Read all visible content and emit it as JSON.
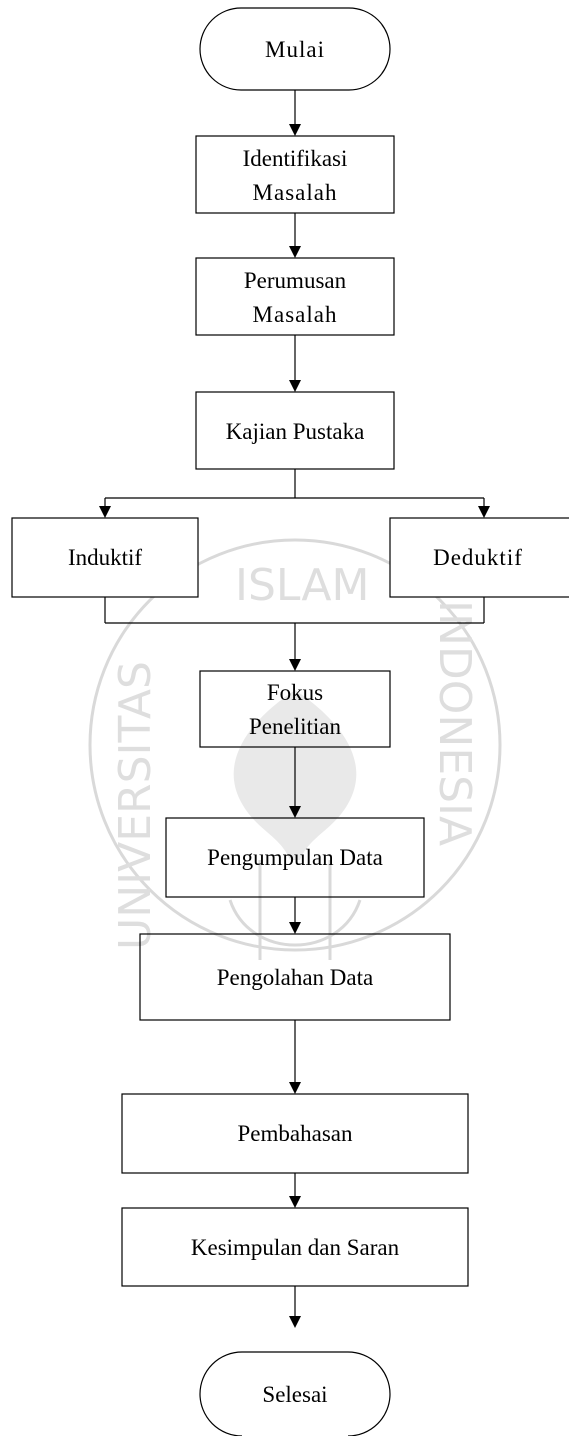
{
  "nodes": {
    "mulai": "Mulai",
    "identifikasi": [
      "Identifikasi",
      "Masalah"
    ],
    "perumusan": [
      "Perumusan",
      "Masalah"
    ],
    "kajian": "Kajian Pustaka",
    "induktif": "Induktif",
    "deduktif": "Deduktif",
    "fokus": [
      "Fokus",
      "Penelitian"
    ],
    "pengumpulan": "Pengumpulan Data",
    "pengolahan": "Pengolahan Data",
    "pembahasan": "Pembahasan",
    "kesimpulan": "Kesimpulan dan Saran",
    "selesai": "Selesai"
  },
  "watermark": {
    "text_top": "ISLAM",
    "text_left": "UNIVERSITAS",
    "text_right": "INDONESIA"
  }
}
